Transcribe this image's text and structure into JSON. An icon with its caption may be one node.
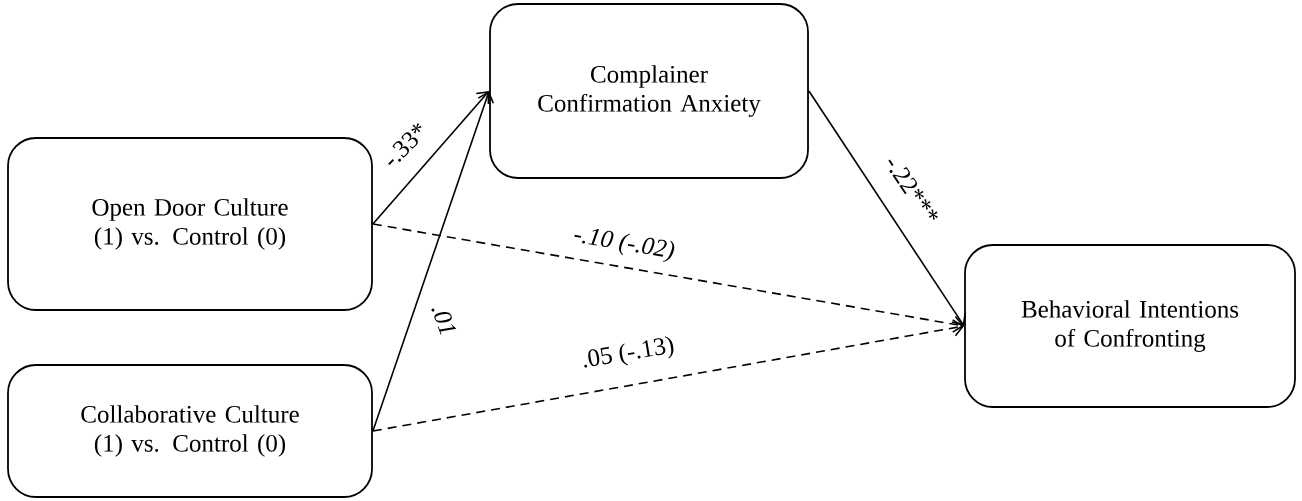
{
  "diagram": {
    "nodes": [
      {
        "text": [
          "Open Door Culture (1) vs. Control (0)"
        ]
      },
      {
        "text": [
          "Collaborative Culture (1) vs. Control (0)"
        ]
      },
      {
        "text": [
          "Complainer Confirmation Anxiety"
        ]
      },
      {
        "text": [
          "Behavioral Intentions of Confronting"
        ]
      }
    ],
    "edges": [
      {
        "from": 0,
        "to": 2,
        "arrow": "to",
        "label": "-.33*"
      },
      {
        "from": 1,
        "to": 2,
        "arrow": "to",
        "label": ".01"
      },
      {
        "from": 2,
        "to": 3,
        "arrow": "to",
        "label": "-.22***"
      },
      {
        "from": 0,
        "to": 3,
        "arrow": "to",
        "label": "-.10 (-.02)",
        "style": "dashed"
      },
      {
        "from": 1,
        "to": 3,
        "arrow": "to",
        "label": ".05 (-.13)",
        "style": "dashed"
      }
    ]
  }
}
